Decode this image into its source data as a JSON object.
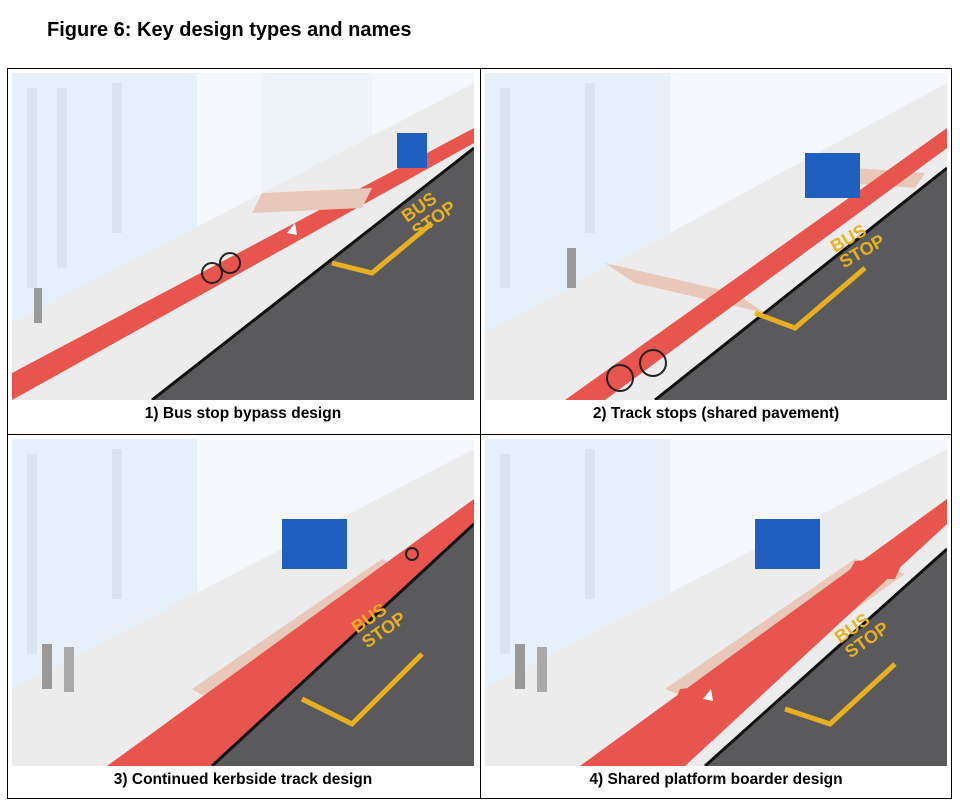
{
  "title": "Figure 6: Key design types and names",
  "road_marking": {
    "line1": "BUS",
    "line2": "STOP"
  },
  "panels": [
    {
      "caption": "1) Bus stop bypass design"
    },
    {
      "caption": "2) Track stops (shared pavement)"
    },
    {
      "caption": "3) Continued kerbside track design"
    },
    {
      "caption": "4) Shared platform boarder design"
    }
  ],
  "colors": {
    "track": "#e8554e",
    "road": "#5a5a5c",
    "marking": "#e8b020",
    "shelter": "#1f5fbf",
    "pavement": "#ececec",
    "crossing": "#e8c8b8"
  }
}
